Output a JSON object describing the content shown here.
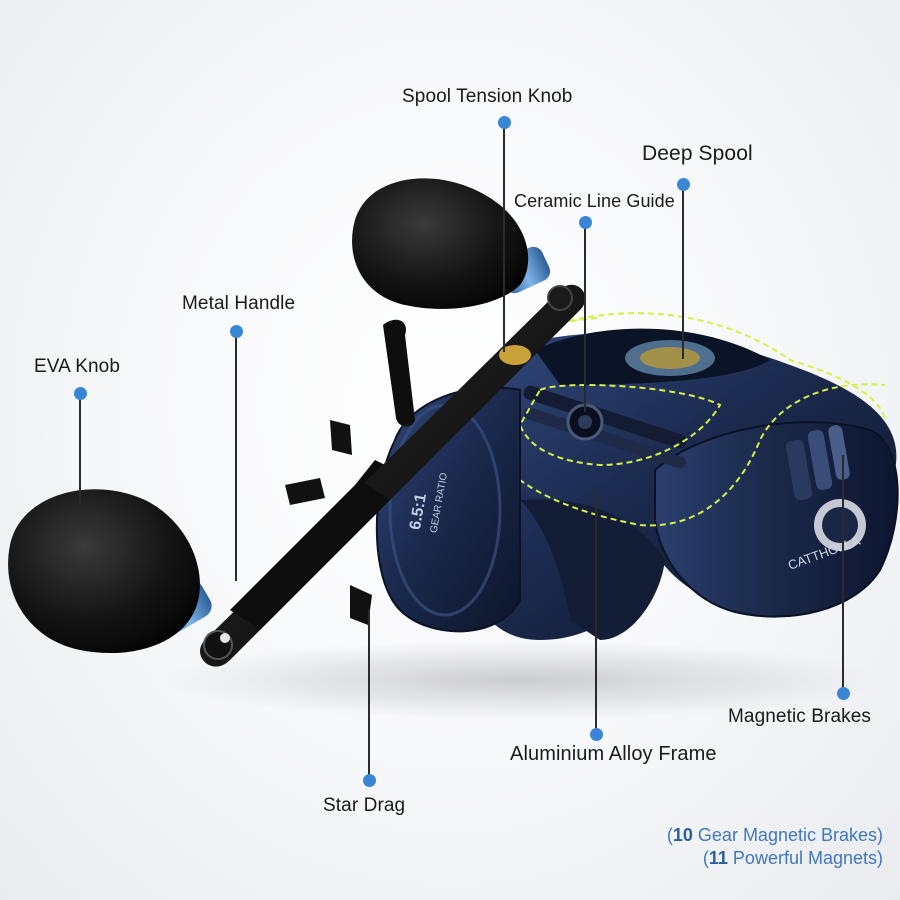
{
  "labels": {
    "spool_tension_knob": "Spool Tension Knob",
    "deep_spool": "Deep Spool",
    "ceramic_line_guide": "Ceramic Line Guide",
    "metal_handle": "Metal Handle",
    "eva_knob": "EVA Knob",
    "magnetic_brakes": "Magnetic Brakes",
    "aluminium_alloy_frame": "Aluminium Alloy Frame",
    "star_drag": "Star Drag"
  },
  "footnote": {
    "line1_open": "(",
    "line1_number": "10",
    "line1_text": " Gear Magnetic Brakes)",
    "line2_open": "(",
    "line2_number": "11",
    "line2_text": " Powerful Magnets)"
  },
  "product_markings": {
    "gear_ratio": "6.5:1",
    "gear_ratio_sub": "GEAR RATIO",
    "brand": "CATTHOLLA"
  },
  "colors": {
    "dot": "#3a86d6",
    "body_navy": "#1c2a4f",
    "accent_blue": "#4f8fd3",
    "eva_black": "#141414",
    "outline_yellow": "#d8f046",
    "footnote": "#3f78bf"
  }
}
